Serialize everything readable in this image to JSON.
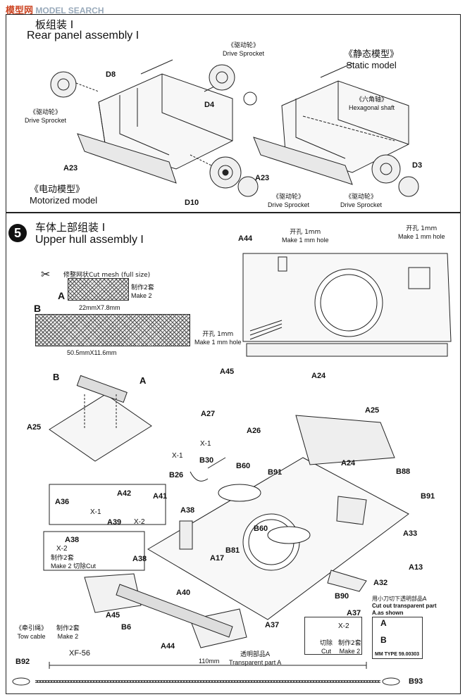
{
  "watermark": {
    "text": "MODEL SEARCH",
    "brand_cn": "模型网"
  },
  "step4": {
    "title_cn": "板组装 I",
    "title_en": "Rear panel assembly I",
    "static_cn": "《静态模型》",
    "static_en": "Static model",
    "motor_cn": "《电动模型》",
    "motor_en": "Motorized model",
    "sprocket_cn": "《驱动轮》",
    "sprocket_en": "Drive Sprocket",
    "hex_cn": "《六角轴》",
    "hex_en": "Hexagonal shaft",
    "parts": {
      "d8": "D8",
      "d4": "D4",
      "d3": "D3",
      "d10": "D10",
      "a23_left": "A23",
      "a23_right": "A23"
    }
  },
  "step5": {
    "number": "5",
    "title_cn": "车体上部组装 I",
    "title_en": "Upper hull assembly I",
    "cut_mesh": "修整网状Cut mesh (full size)",
    "make2_cn": "制作2套",
    "make2_en": "Make 2",
    "mesh_a": "A",
    "mesh_a_size": "22mmX7.8mm",
    "mesh_b": "B",
    "mesh_b_size": "50.5mmX11.6mm",
    "hole_cn": "开孔 1mm",
    "hole_en": "Make 1 mm hole",
    "parts": {
      "a44_top": "A44",
      "a45_top": "A45",
      "a24_top": "A24",
      "b_label": "B",
      "a_label": "A",
      "a25_left": "A25",
      "a27": "A27",
      "a26": "A26",
      "a25_right": "A25",
      "x1_a": "X-1",
      "x1_b": "X-1",
      "b30": "B30",
      "b26": "B26",
      "b60_a": "B60",
      "b91_a": "B91",
      "a24_mid": "A24",
      "b88": "B88",
      "b91_b": "B91",
      "a36": "A36",
      "x1_c": "X-1",
      "a42": "A42",
      "a41": "A41",
      "a39": "A39",
      "x2_a": "X-2",
      "a38_a": "A38",
      "a38_b": "A38",
      "x2_b": "X-2",
      "a38_c": "A38",
      "b60_b": "B60",
      "a33": "A33",
      "b81": "B81",
      "a17": "A17",
      "a13": "A13",
      "a40": "A40",
      "a32": "A32",
      "b90": "B90",
      "a37_a": "A37",
      "a45_bot": "A45",
      "b6": "B6",
      "a37_b": "A37",
      "x2_c": "X-2",
      "a44_bot": "A44"
    },
    "make2_cut": "制作2套\nMake 2 切除Cut",
    "cut_transparent_cn": "用小刀切下透明部品A",
    "cut_transparent_en": "Cut out transparent part",
    "cut_transparent_en2": "A.as shown",
    "box_a": "A",
    "box_b": "B",
    "mm_type": "MM TYPE 59.00303",
    "transparent_cn": "透明部品A",
    "transparent_en": "Transparent part A",
    "cut_cn": "切除",
    "cut_en": "Cut",
    "tow_cn": "《牵引绳》",
    "tow_en": "Tow cable",
    "tow_make_cn": "制作2套",
    "tow_make_en": "Make 2",
    "xf56": "XF-56",
    "b92": "B92",
    "b93": "B93",
    "length": "110mm"
  }
}
